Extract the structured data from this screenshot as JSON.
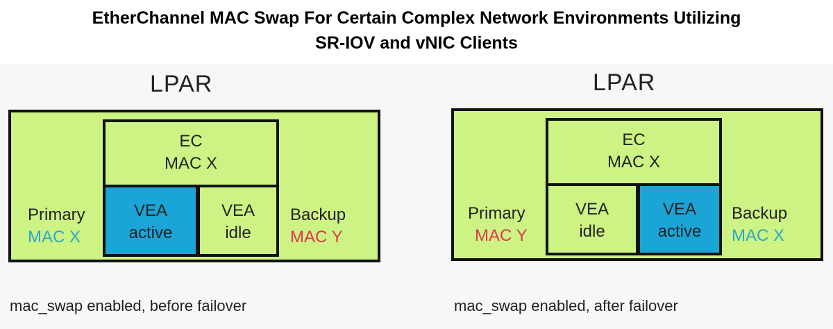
{
  "title": {
    "line1": "EtherChannel MAC Swap For Certain Complex Network Environments Utilizing",
    "line2": "SR-IOV and vNIC Clients"
  },
  "colors": {
    "lpar_fill": "#cdf384",
    "active_fill": "#1aa5d6",
    "mac_x_color": "#2aa8c4",
    "mac_y_color": "#e0364b",
    "border": "#111111"
  },
  "left": {
    "lpar_label": "LPAR",
    "ec": {
      "line1": "EC",
      "line2": "MAC X"
    },
    "vea_a": {
      "line1": "VEA",
      "line2": "active"
    },
    "vea_b": {
      "line1": "VEA",
      "line2": "idle"
    },
    "primary": {
      "label": "Primary",
      "mac": "MAC X"
    },
    "backup": {
      "label": "Backup",
      "mac": "MAC Y"
    },
    "caption": "mac_swap enabled, before failover"
  },
  "right": {
    "lpar_label": "LPAR",
    "ec": {
      "line1": "EC",
      "line2": "MAC X"
    },
    "vea_a": {
      "line1": "VEA",
      "line2": "idle"
    },
    "vea_b": {
      "line1": "VEA",
      "line2": "active"
    },
    "primary": {
      "label": "Primary",
      "mac": "MAC Y"
    },
    "backup": {
      "label": "Backup",
      "mac": "MAC X"
    },
    "caption": "mac_swap enabled, after failover"
  }
}
